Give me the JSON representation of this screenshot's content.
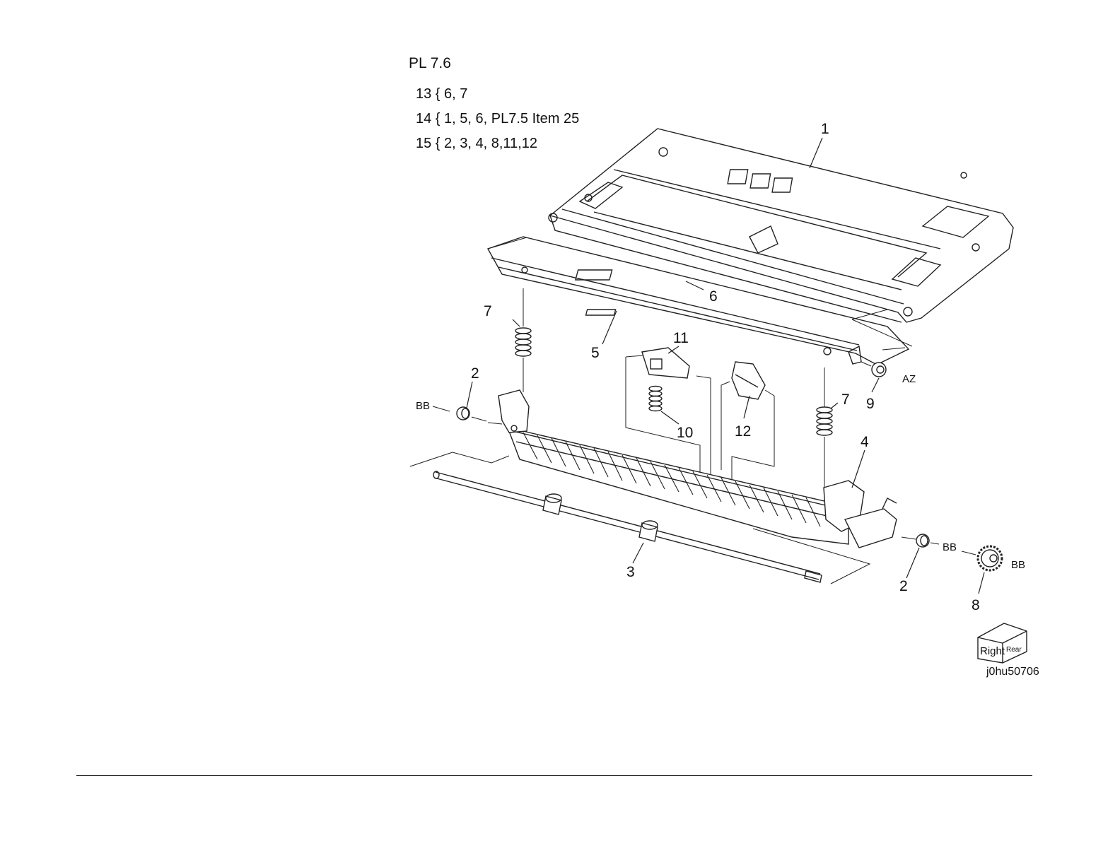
{
  "plate": {
    "title": "PL 7.6",
    "kits": [
      "13 { 6, 7",
      "14 { 1, 5, 6, PL7.5 Item 25",
      "15 { 2, 3, 4, 8,11,12"
    ]
  },
  "callouts": [
    "1",
    "2",
    "2",
    "3",
    "4",
    "5",
    "6",
    "7",
    "7",
    "8",
    "9",
    "10",
    "11",
    "12"
  ],
  "tags": [
    "BB",
    "BB",
    "BB",
    "AZ"
  ],
  "orientation": {
    "right": "Right",
    "rear": "Rear"
  },
  "figure_id": "j0hu50706"
}
